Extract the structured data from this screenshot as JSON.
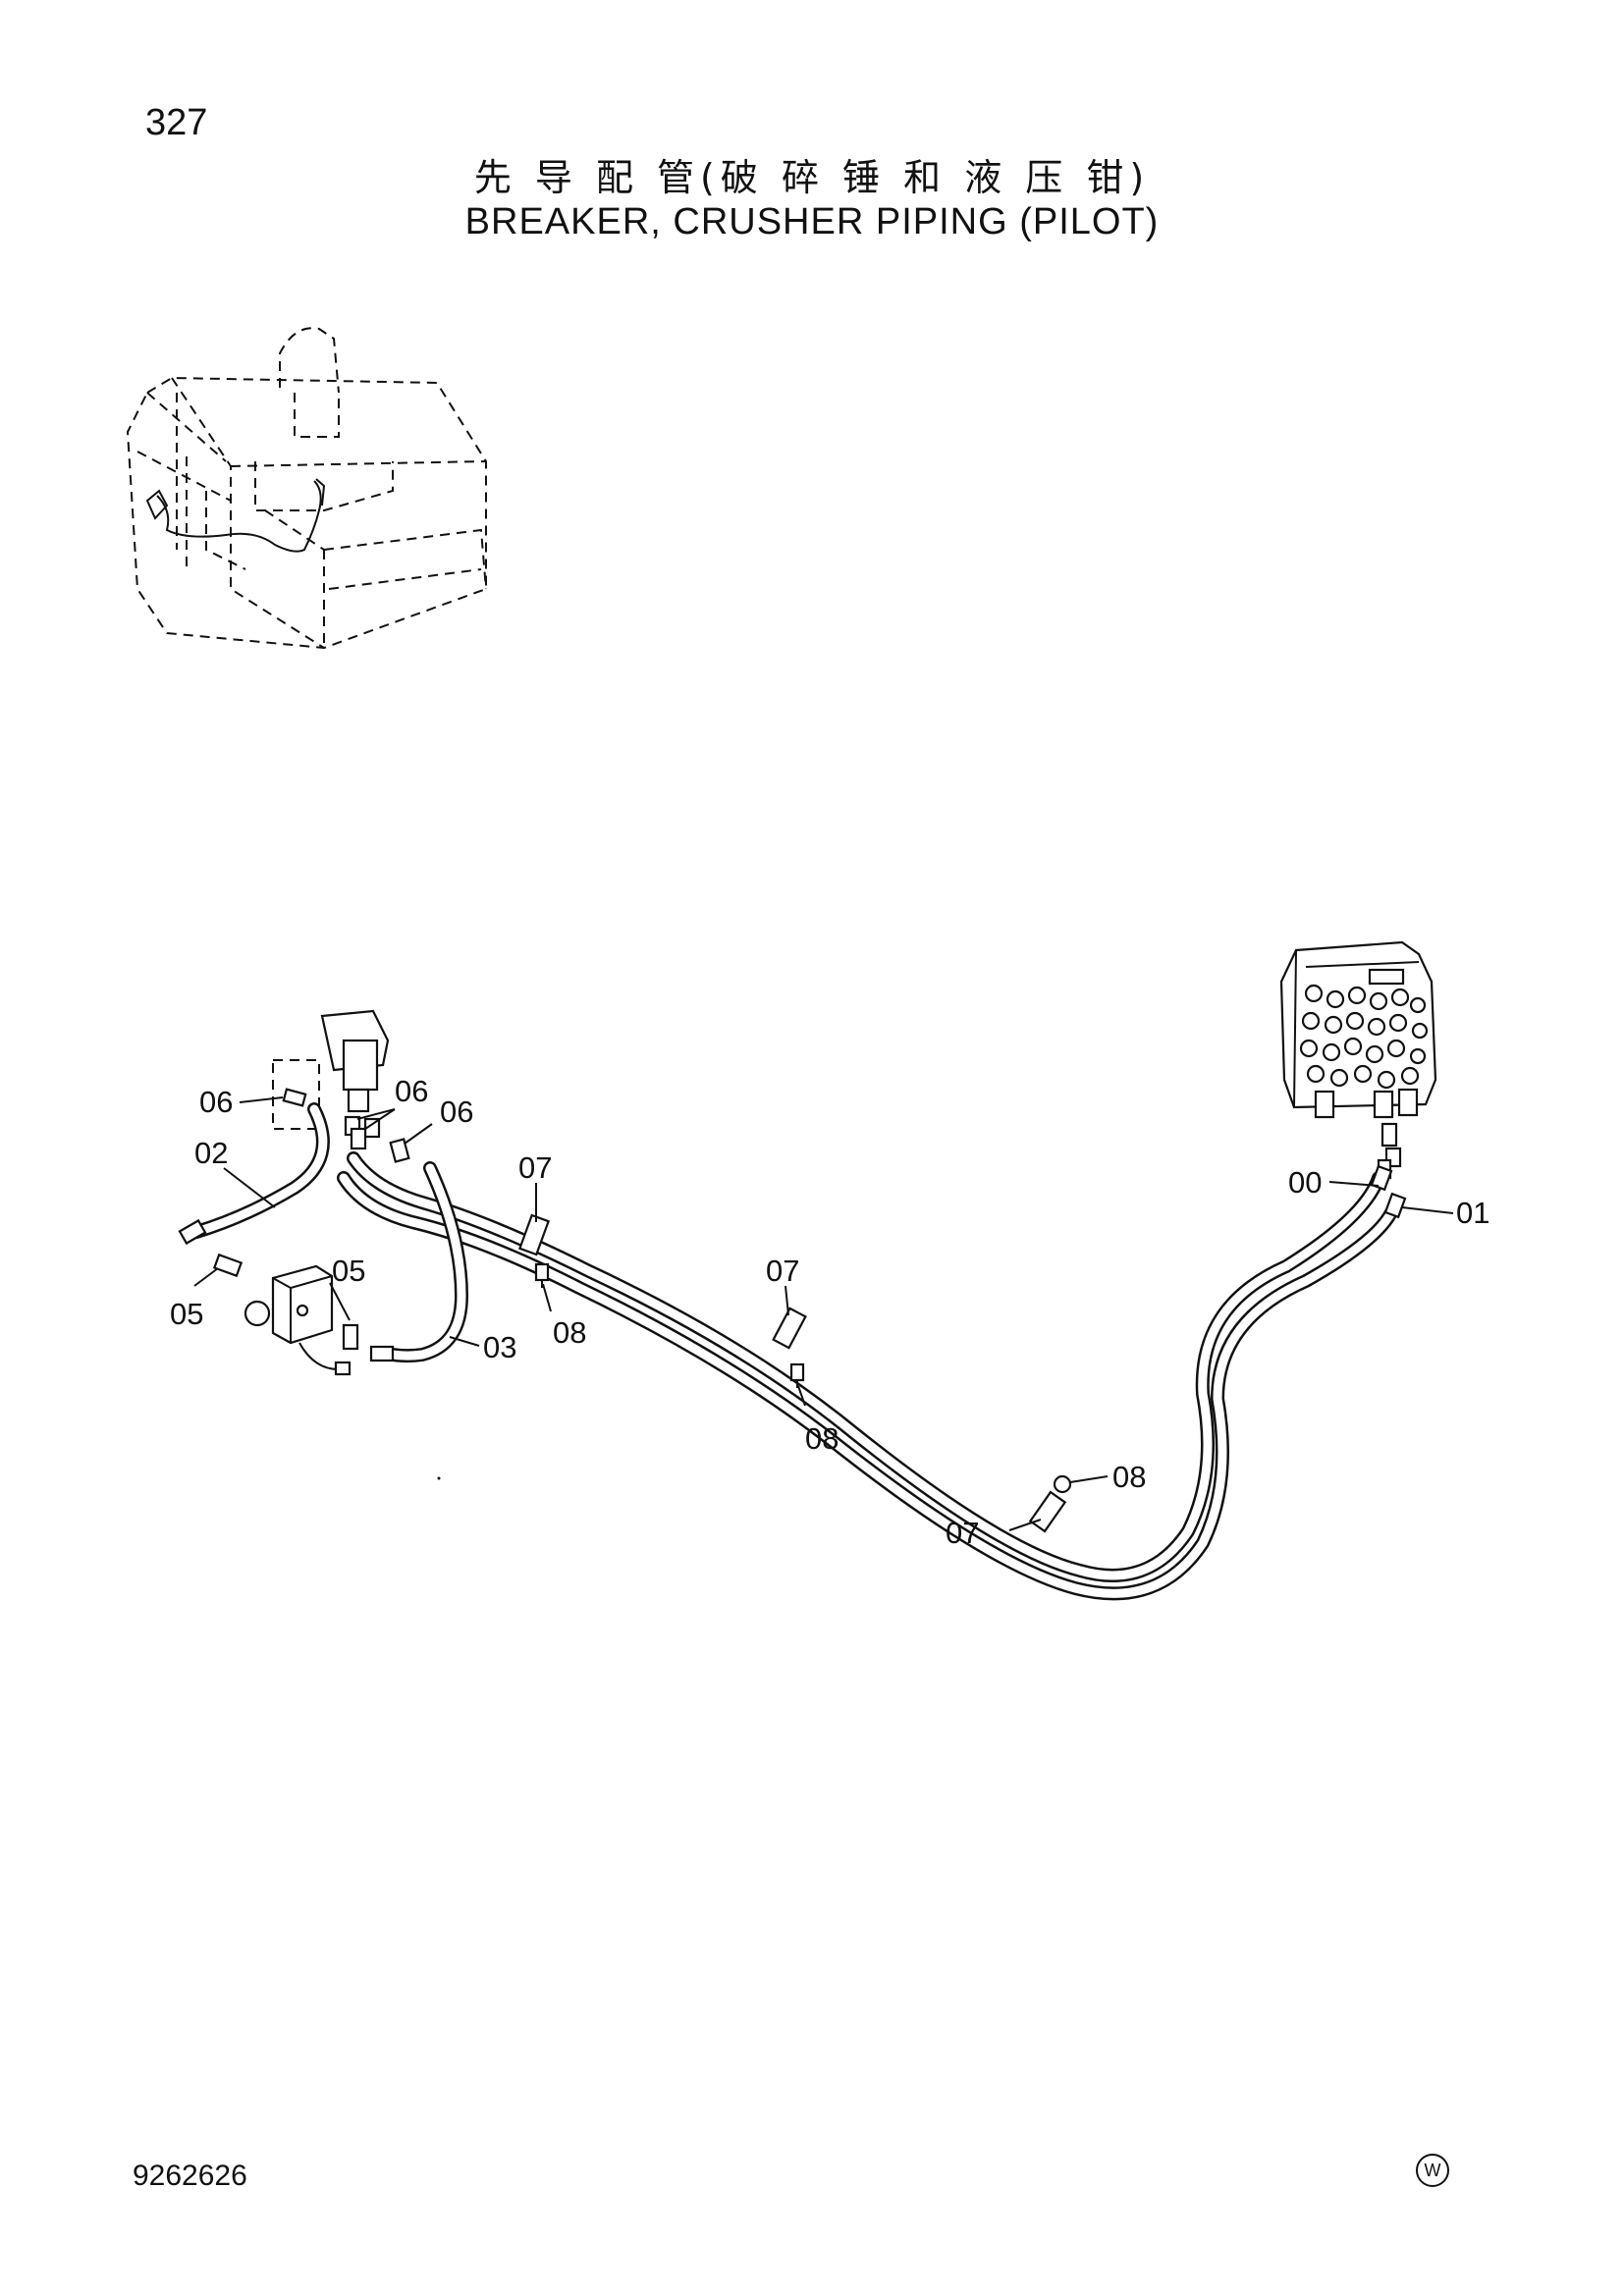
{
  "page_number": "327",
  "title_cn": "先 导 配 管(破 碎 锤 和 液 压 钳)",
  "title_en": "BREAKER, CRUSHER PIPING (PILOT)",
  "document_code": "9262626",
  "corner_mark": "W",
  "callouts": {
    "c00": "00",
    "c01": "01",
    "c02": "02",
    "c03": "03",
    "c05a": "05",
    "c05b": "05",
    "c06a": "06",
    "c06b": "06",
    "c06c": "06",
    "c07a": "07",
    "c07b": "07",
    "c07c": "07",
    "c08a": "08",
    "c08b": "08",
    "c08c": "08"
  }
}
